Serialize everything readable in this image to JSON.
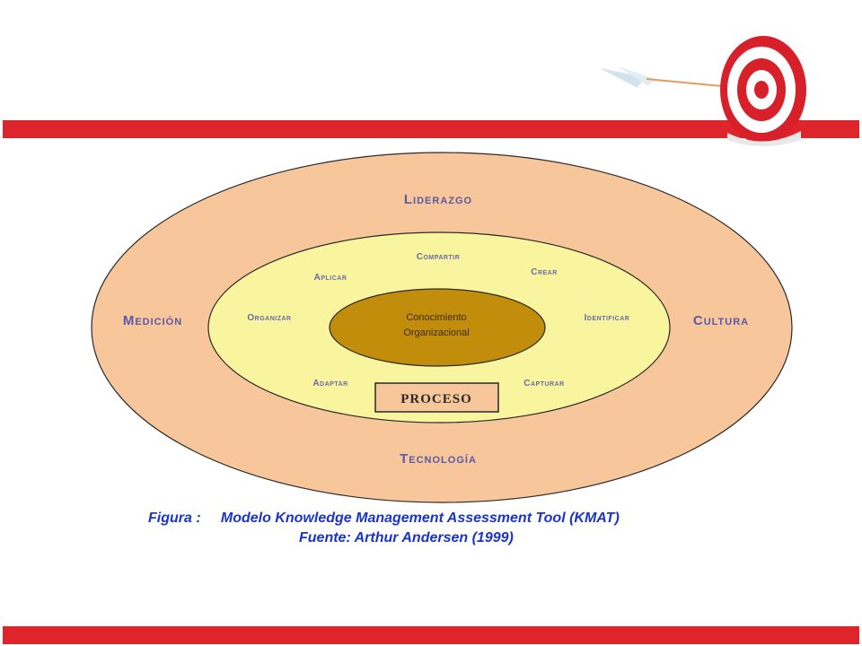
{
  "diagram": {
    "outer_ring": {
      "top": "Liderazgo",
      "left": "Medición",
      "right": "Cultura",
      "bottom": "Tecnología"
    },
    "middle_ring": {
      "top": "Compartir",
      "top_left": "Aplicar",
      "top_right": "Crear",
      "left": "Organizar",
      "right": "Identificar",
      "bottom_left": "Adaptar",
      "bottom_right": "Capturar"
    },
    "core": {
      "line1": "Conocimiento",
      "line2": "Organizacional"
    },
    "process_box": "PROCESO"
  },
  "caption": {
    "line1": "Figura :     Modelo Knowledge Management Assessment Tool (KMAT)",
    "line2": "Fuente: Arthur Andersen (1999)"
  },
  "colors": {
    "accent_bar": "#e0242c",
    "outer_ring": "#f7c69a",
    "middle_ring": "#f8f59e",
    "core": "#c38d0c",
    "caption_text": "#1a34c8"
  },
  "icons": [
    "target-arrow-icon"
  ]
}
